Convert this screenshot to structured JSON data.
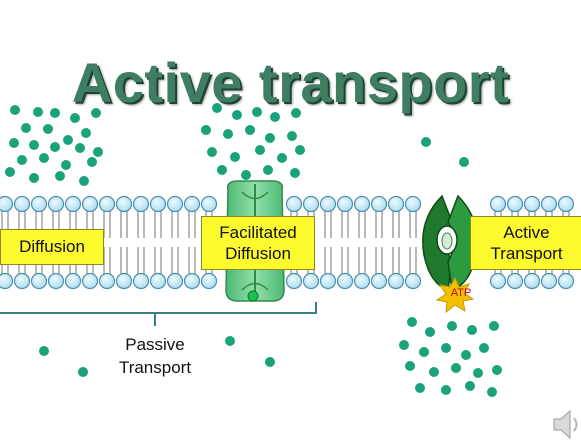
{
  "title": "Active transport",
  "labels": {
    "diffusion": "Diffusion",
    "facilitated_line1": "Facilitated",
    "facilitated_line2": "Diffusion",
    "active_line1": "Active",
    "active_line2": "Transport",
    "passive_line1": "Passive",
    "passive_line2": "Transport",
    "atp": "ATP"
  },
  "colors": {
    "title": "#3f7e63",
    "molecule": "#1aa37a",
    "phospholipid_head": "#bfe6f5",
    "phospholipid_border": "#4a8fb0",
    "label_box": "#fdfb2e",
    "channel_protein": "#6ccc8f",
    "pump_protein": "#1f7a2e",
    "atp_star": "#f2c200",
    "atp_text": "#d10000"
  },
  "icons": {
    "speaker": "speaker-icon"
  }
}
